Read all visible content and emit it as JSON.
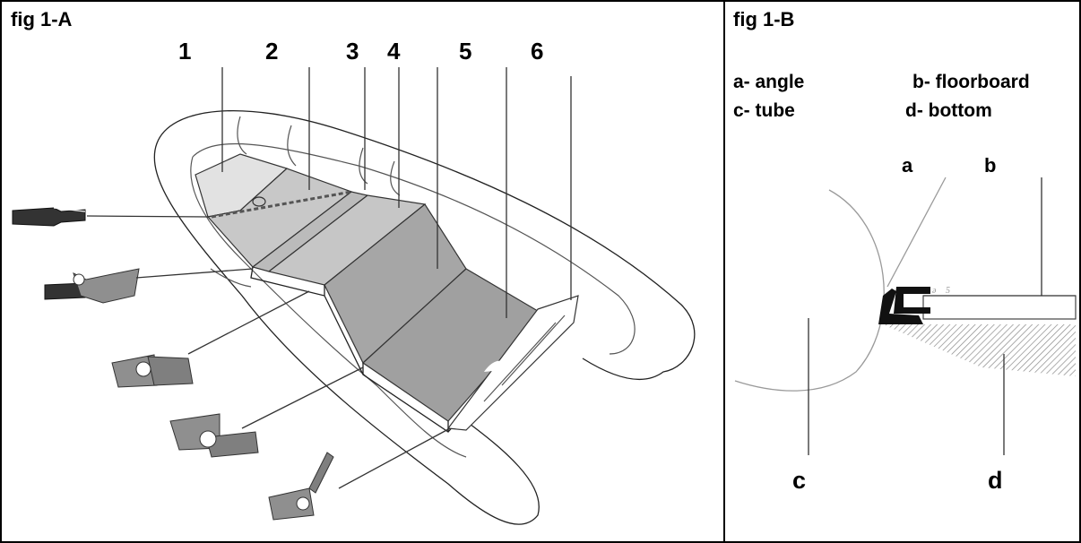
{
  "panel_a": {
    "title": "fig 1-A",
    "parts": [
      {
        "id": "1",
        "label": "1"
      },
      {
        "id": "2",
        "label": "2"
      },
      {
        "id": "3",
        "label": "3"
      },
      {
        "id": "4",
        "label": "4"
      },
      {
        "id": "5",
        "label": "5"
      },
      {
        "id": "6",
        "label": "6"
      }
    ]
  },
  "panel_b": {
    "title": "fig 1-B",
    "legend": {
      "a": "a- angle",
      "b": "b- floorboard",
      "c": "c- tube",
      "d": "d- bottom"
    },
    "letters": {
      "a": "a",
      "b": "b",
      "c": "c",
      "d": "d"
    }
  },
  "colors": {
    "border": "#000000",
    "board_light": "#e2e2e2",
    "board_mid": "#c8c8c8",
    "board_dark": "#a6a6a6",
    "connector": "#8f8f8f",
    "hatch": "#9a9a9a"
  }
}
